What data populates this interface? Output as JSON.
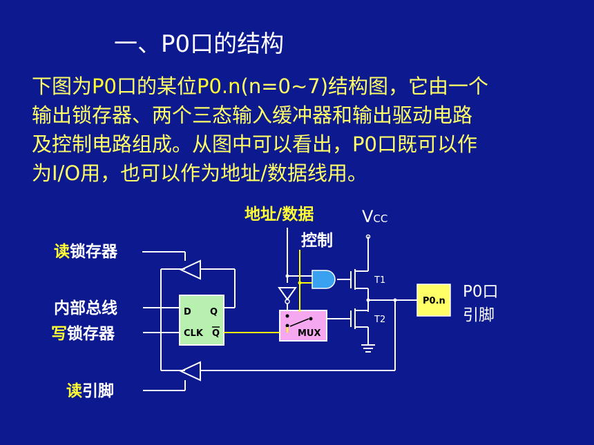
{
  "heading": "一、P0口的结构",
  "paragraph": {
    "line1": [
      {
        "text": "下图为",
        "c": "w"
      },
      {
        "text": "P0",
        "c": "y"
      },
      {
        "text": "口的某位",
        "c": "w"
      },
      {
        "text": "P0.n",
        "c": "y"
      },
      {
        "text": "(n=0~7)结构图，它由一个",
        "c": "w"
      }
    ],
    "line2": "输出锁存器、两个三态输入缓冲器和输出驱动电路",
    "line3": "及控制电路组成。从图中可以看出，P0口既可以作",
    "line4": "为I/O用，也可以作为地址/数据线用。"
  },
  "diagram": {
    "read_latch_prefix": "读",
    "read_latch_rest": "锁存器",
    "internal_bus": "内部总线",
    "write_latch_prefix": "写",
    "write_latch_rest": "锁存器",
    "read_pin_prefix": "读",
    "read_pin_rest": "引脚",
    "address_data": "地址/数据",
    "control": "控制",
    "vcc_v": "V",
    "vcc_sub": "CC",
    "latch_d": "D",
    "latch_q": "Q",
    "latch_clk": "CLK",
    "latch_qbar": "Q",
    "mux": "MUX",
    "t1": "T1",
    "t2": "T2",
    "pin_box": "P0.n",
    "pin_label_1": "P0口",
    "pin_label_2": "引脚"
  },
  "colors": {
    "background": "#0d1a8f",
    "highlight_text": "#ffff33",
    "wire": "#ffffff",
    "control_wire": "#ffff00",
    "latch_fill": "#b8f0b0",
    "mux_fill": "#f5a8f0",
    "and_gate_fill": "#3aa0f0",
    "pin_box_fill": "#ffff66"
  }
}
